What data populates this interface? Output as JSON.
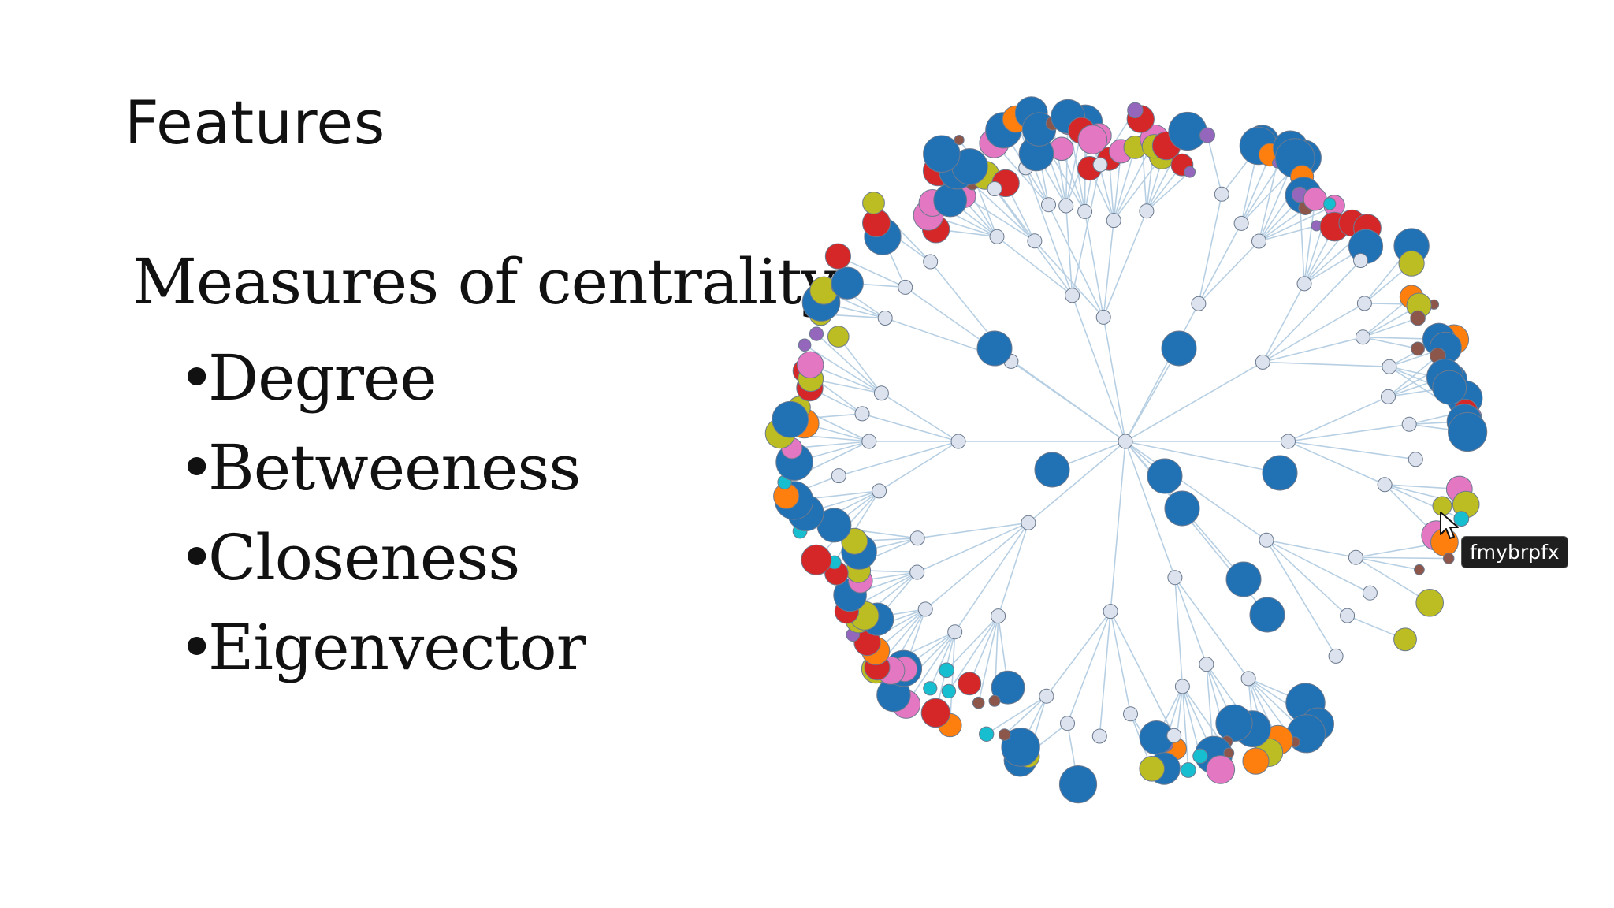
{
  "slide": {
    "title": "Features",
    "heading": "Measures of centrality",
    "bullet_symbol": "•",
    "bullets": [
      "Degree",
      "Betweeness",
      "Closeness",
      "Eigenvector"
    ]
  },
  "graph": {
    "tooltip_label": "fmybrpfx",
    "colors": {
      "blue": "#2171b5",
      "red": "#d62728",
      "pink": "#e377c2",
      "olive": "#bcbd22",
      "orange": "#ff7f0e",
      "brown": "#8c564b",
      "cyan": "#17becf",
      "purple": "#9467bd",
      "gray": "#7f7f7f",
      "node": "#dde3ee",
      "edge": "#b7cfe3"
    }
  }
}
